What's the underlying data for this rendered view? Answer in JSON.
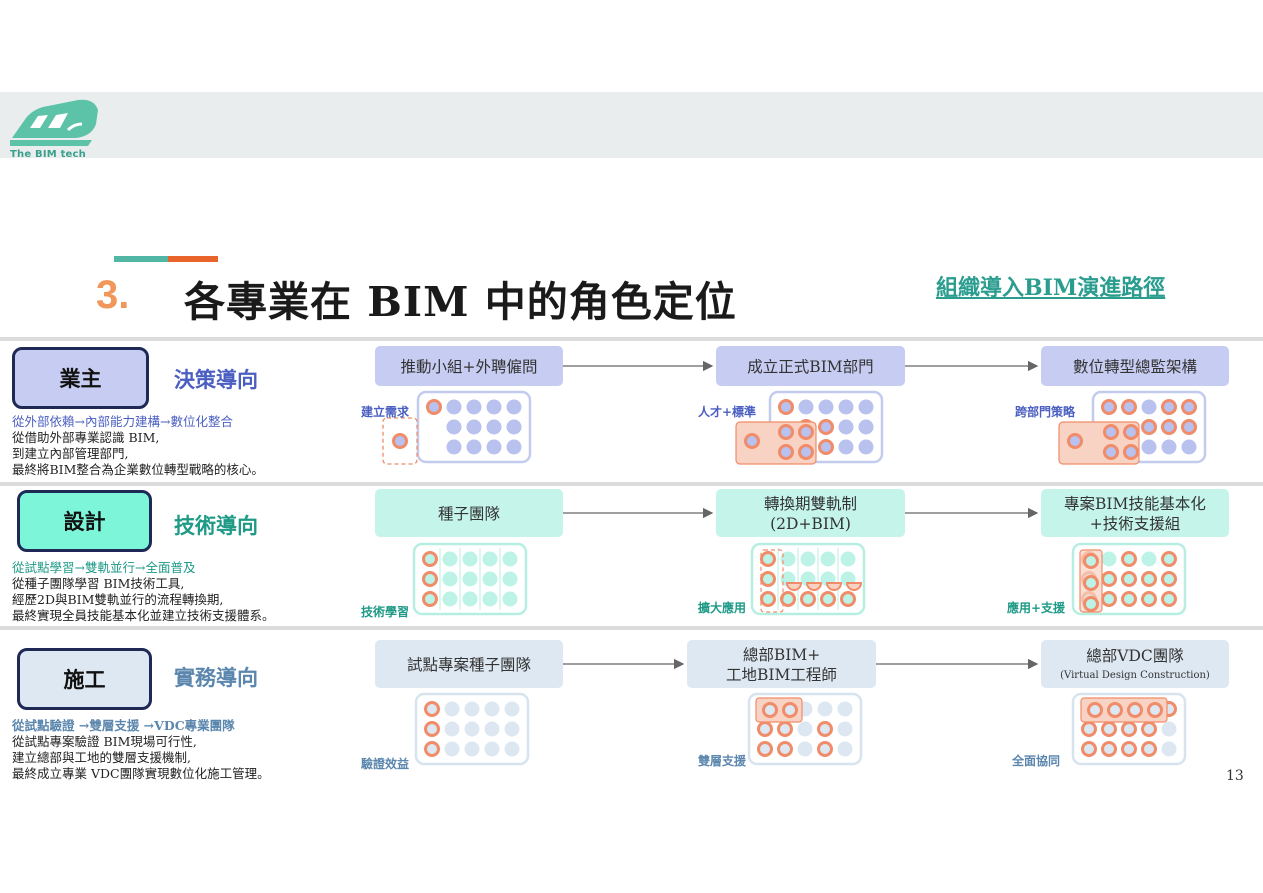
{
  "header": {
    "logo_text": "The BIM tech"
  },
  "title": {
    "number": "3.",
    "text": "各專業在 BIM 中的角色定位",
    "link": "組織導入BIM演進路徑"
  },
  "page_number": "13",
  "colors": {
    "owner_fill": "#c7cdf2",
    "owner_text": "#4a5fc1",
    "design_fill": "#7df5d8",
    "design_text": "#1e9a87",
    "construct_fill": "#dde8f2",
    "construct_text": "#5b86ad",
    "orange": "#f08c69",
    "orange_fill": "#f8d2c3"
  },
  "rows": [
    {
      "role": "業主",
      "orientation": "決策導向",
      "desc_highlight": "從外部依賴→內部能力建構→數位化整合",
      "desc_lines": [
        "從借助外部專業認識 BIM,",
        "到建立內部管理部門,",
        "最終將BIM整合為企業數位轉型戰略的核心。"
      ],
      "stages": [
        {
          "box_lines": [
            "推動小組+外聘僱問"
          ],
          "tag": "建立需求"
        },
        {
          "box_lines": [
            "成立正式BIM部門"
          ],
          "tag": "人才+標準"
        },
        {
          "box_lines": [
            "數位轉型總監架構"
          ],
          "tag": "跨部門策略"
        }
      ]
    },
    {
      "role": "設計",
      "orientation": "技術導向",
      "desc_highlight": "從試點學習→雙軌並行→全面普及",
      "desc_lines": [
        "從種子團隊學習 BIM技術工具,",
        "經歷2D與BIM雙軌並行的流程轉換期,",
        "最終實現全員技能基本化並建立技術支援體系。"
      ],
      "stages": [
        {
          "box_lines": [
            "種子團隊"
          ],
          "tag": "技術學習"
        },
        {
          "box_lines": [
            "轉換期雙軌制",
            "(2D+BIM)"
          ],
          "tag": "擴大應用"
        },
        {
          "box_lines": [
            "專案BIM技能基本化",
            "+技術支援組"
          ],
          "tag": "應用+支援"
        }
      ]
    },
    {
      "role": "施工",
      "orientation": "實務導向",
      "desc_highlight": "從試點驗證 →雙層支援 →VDC專業團隊",
      "desc_lines": [
        "從試點專案驗證 BIM現場可行性,",
        "建立總部與工地的雙層支援機制,",
        "最終成立專業 VDC團隊實現數位化施工管理。"
      ],
      "stages": [
        {
          "box_lines": [
            "試點專案種子團隊"
          ],
          "tag": "驗證效益"
        },
        {
          "box_lines": [
            "總部BIM+",
            "工地BIM工程師"
          ],
          "tag": "雙層支援"
        },
        {
          "box_lines": [
            "總部VDC團隊"
          ],
          "sub": "(Virtual Design Construction)",
          "tag": "全面協同"
        }
      ]
    }
  ]
}
